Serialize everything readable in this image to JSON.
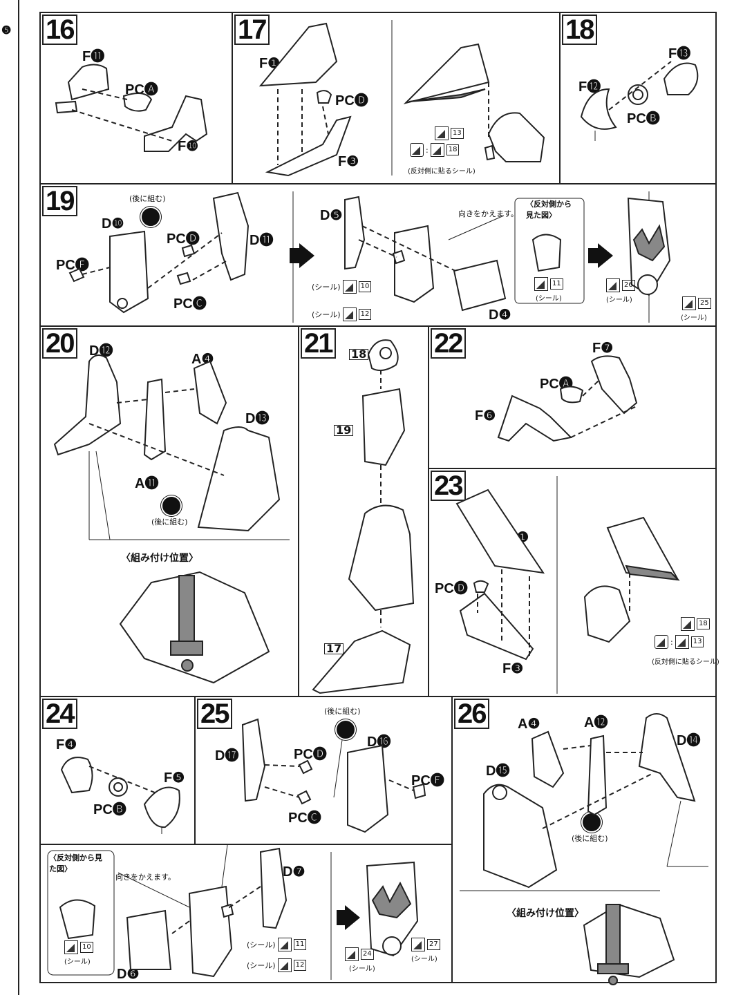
{
  "left_strip": {
    "marker": "❺"
  },
  "steps": {
    "s16": {
      "number": "16",
      "labels": [
        "F⓫",
        "PC🅐",
        "F❿"
      ]
    },
    "s17": {
      "number": "17",
      "labels": [
        "F❶",
        "PC🅓",
        "F❸"
      ],
      "seals": [
        {
          "num": "13"
        },
        {
          "num": "18"
        }
      ],
      "note": "(反対側に貼るシール)"
    },
    "s18": {
      "number": "18",
      "labels": [
        "F⓭",
        "F⓬",
        "PC🅑"
      ]
    },
    "s19": {
      "number": "19",
      "labels": [
        "D❿",
        "PC🅓",
        "D⓫",
        "PC🅕",
        "PC🅒",
        "D❺",
        "D❹"
      ],
      "later": "(後に組む)",
      "turn": "向きをかえます。",
      "view_title": "〈反対側から見た図〉",
      "seal_word": "(シール)",
      "seals": [
        {
          "num": "10"
        },
        {
          "num": "12"
        },
        {
          "num": "11"
        },
        {
          "num": "26"
        },
        {
          "num": "25"
        }
      ]
    },
    "s20": {
      "number": "20",
      "labels": [
        "D⓬",
        "A❹",
        "D⓭",
        "A⓫"
      ],
      "later": "(後に組む)",
      "pos_title": "〈組み付け位置〉"
    },
    "s21": {
      "number": "21",
      "refs": [
        "18",
        "19",
        "17"
      ]
    },
    "s22": {
      "number": "22",
      "labels": [
        "F❼",
        "PC🅐",
        "F❻"
      ]
    },
    "s23": {
      "number": "23",
      "labels": [
        "F❶",
        "PC🅓",
        "F❸"
      ],
      "seals": [
        {
          "num": "18"
        },
        {
          "num": "13"
        }
      ],
      "note": "(反対側に貼るシール)"
    },
    "s24": {
      "number": "24",
      "labels": [
        "F❹",
        "F❺",
        "PC🅑"
      ]
    },
    "s25": {
      "number": "25",
      "labels": [
        "D⓱",
        "PC🅓",
        "D⓰",
        "PC🅕",
        "PC🅒",
        "D❼",
        "D❻"
      ],
      "later": "(後に組む)",
      "turn": "向きをかえます。",
      "view_title": "〈反対側から見た図〉",
      "seal_word": "(シール)",
      "seals": [
        {
          "num": "10"
        },
        {
          "num": "11"
        },
        {
          "num": "12"
        },
        {
          "num": "24"
        },
        {
          "num": "27"
        }
      ]
    },
    "s26": {
      "number": "26",
      "labels": [
        "A❹",
        "A⓬",
        "D⓮",
        "D⓯"
      ],
      "later": "(後に組む)",
      "pos_title": "〈組み付け位置〉"
    }
  }
}
